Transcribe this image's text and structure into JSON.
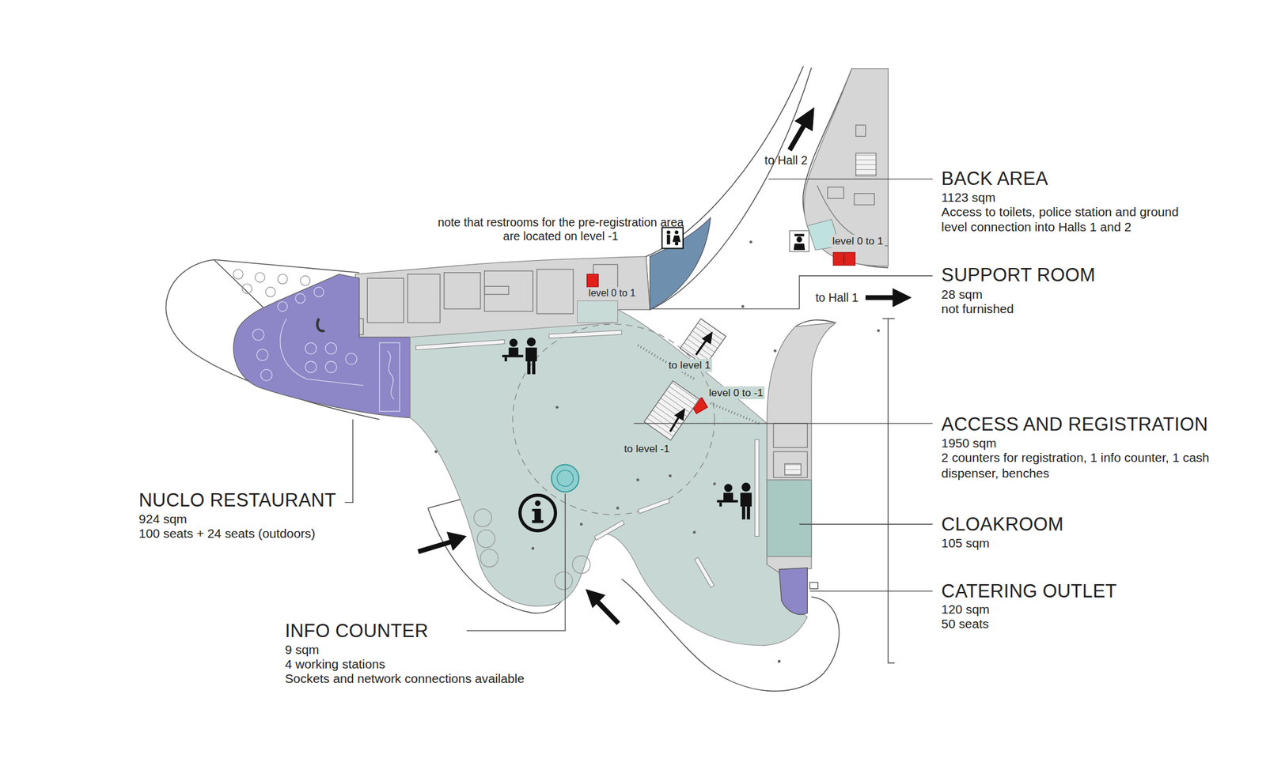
{
  "diagram": {
    "labels": [
      "to Hall 2",
      "BACK AREA",
      "1123 sqm",
      "Access to toilets, police station and ground level connection into Halls 1 and 2",
      "note that restrooms for the pre-registration area are located on level -1",
      "level 0 to 1",
      "level 0 to 1",
      "SUPPORT ROOM",
      "28 sqm",
      "not furnished",
      "to Hall 1",
      "to level 1",
      "level 0 to -1",
      "ACCESS AND REGISTRATION",
      "1950 sqm",
      "2 counters for registration, 1 info counter, 1 cash dispenser, benches",
      "to level -1",
      "NUCLO RESTAURANT",
      "924 sqm",
      "100 seats + 24 seats (outdoors)",
      "CLOAKROOM",
      "105 sqm",
      "CATERING OUTLET",
      "120 sqm",
      "50 seats",
      "INFO COUNTER",
      "9 sqm",
      "4 working stations",
      "Sockets and network connections available"
    ]
  }
}
